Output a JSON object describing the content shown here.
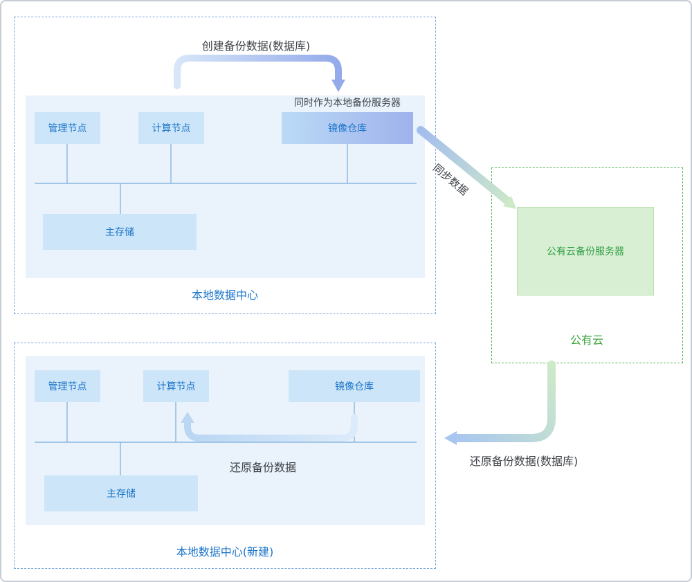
{
  "colors": {
    "blue_text": "#1b74c9",
    "green_text": "#3aa23a",
    "node_fill": "#cde5f8",
    "panel_fill": "#eaf3fb",
    "dashed_blue": "#7aa7dc",
    "dashed_green": "#58b258",
    "green_fill": "#d9efd3",
    "annotation_text": "#3c4046",
    "arrow_blue": "#93aaeb",
    "arrow_green": "#cde9c8"
  },
  "dc_top": {
    "label": "本地数据中心",
    "note": "同时作为本地备份服务器",
    "nodes": {
      "mgmt": "管理节点",
      "compute": "计算节点",
      "registry": "镜像仓库",
      "storage": "主存储"
    }
  },
  "dc_bottom": {
    "label": "本地数据中心(新建)",
    "nodes": {
      "mgmt": "管理节点",
      "compute": "计算节点",
      "registry": "镜像仓库",
      "storage": "主存储"
    }
  },
  "cloud": {
    "label": "公有云",
    "server": "公有云备份服务器"
  },
  "arrows": {
    "create_backup": "创建备份数据(数据库)",
    "sync": "同步数据",
    "restore_internal": "还原备份数据",
    "restore_external": "还原备份数据(数据库)"
  }
}
